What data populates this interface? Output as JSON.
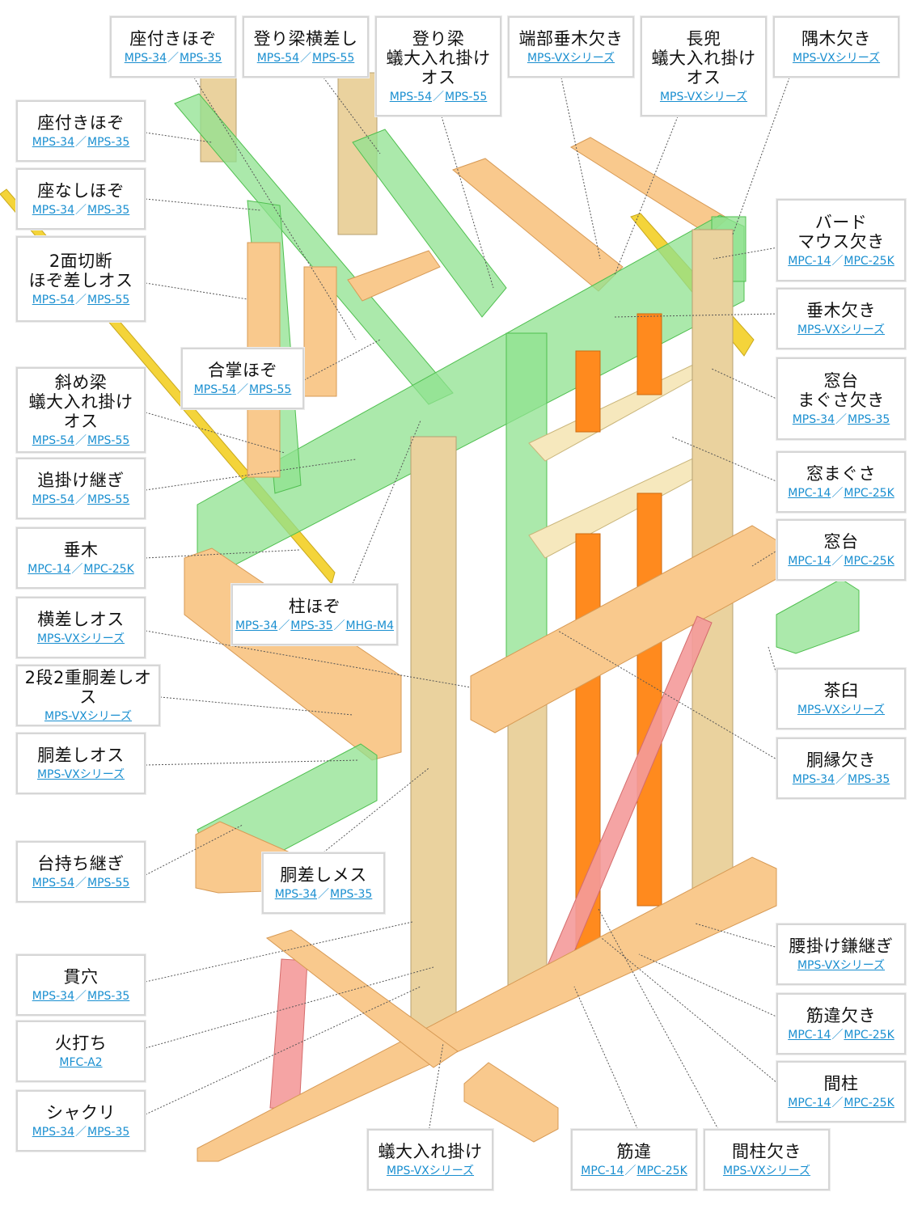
{
  "labels": [
    {
      "id": "za-tsuki-hozo-top",
      "title": "座付きほぞ",
      "links": [
        "MPS-34",
        "MPS-35"
      ]
    },
    {
      "id": "nobori-bari-yokozashi",
      "title": "登り梁横差し",
      "links": [
        "MPS-54",
        "MPS-55"
      ]
    },
    {
      "id": "nobori-bari-ari-osu",
      "title": "登り梁\n蟻大入れ掛け\nオス",
      "links": [
        "MPS-54",
        "MPS-55"
      ]
    },
    {
      "id": "tanbu-taruki-kaki",
      "title": "端部垂木欠き",
      "links": [
        "MPS-VXシリーズ"
      ]
    },
    {
      "id": "nagakabuto-ari-osu",
      "title": "長兜\n蟻大入れ掛け\nオス",
      "links": [
        "MPS-VXシリーズ"
      ]
    },
    {
      "id": "sumigi-kaki",
      "title": "隅木欠き",
      "links": [
        "MPS-VXシリーズ"
      ]
    },
    {
      "id": "za-tsuki-hozo",
      "title": "座付きほぞ",
      "links": [
        "MPS-34",
        "MPS-35"
      ]
    },
    {
      "id": "za-nashi-hozo",
      "title": "座なしほぞ",
      "links": [
        "MPS-34",
        "MPS-35"
      ]
    },
    {
      "id": "nimen-setsudan",
      "title": "2面切断\nほぞ差しオス",
      "links": [
        "MPS-54",
        "MPS-55"
      ]
    },
    {
      "id": "gassho-hozo",
      "title": "合掌ほぞ",
      "links": [
        "MPS-54",
        "MPS-55"
      ]
    },
    {
      "id": "naname-bari",
      "title": "斜め梁\n蟻大入れ掛けオス",
      "links": [
        "MPS-54",
        "MPS-55"
      ]
    },
    {
      "id": "okkake-tsugi",
      "title": "追掛け継ぎ",
      "links": [
        "MPS-54",
        "MPS-55"
      ]
    },
    {
      "id": "taruki",
      "title": "垂木",
      "links": [
        "MPC-14",
        "MPC-25K"
      ]
    },
    {
      "id": "hashira-hozo",
      "title": "柱ほぞ",
      "links": [
        "MPS-34",
        "MPS-35",
        "MHG-M4"
      ]
    },
    {
      "id": "yokozashi-osu",
      "title": "横差しオス",
      "links": [
        "MPS-VXシリーズ"
      ]
    },
    {
      "id": "nidan-dosashi",
      "title": "2段2重胴差しオス",
      "links": [
        "MPS-VXシリーズ"
      ]
    },
    {
      "id": "dosashi-osu",
      "title": "胴差しオス",
      "links": [
        "MPS-VXシリーズ"
      ]
    },
    {
      "id": "daimochi-tsugi",
      "title": "台持ち継ぎ",
      "links": [
        "MPS-54",
        "MPS-55"
      ]
    },
    {
      "id": "dosashi-mesu",
      "title": "胴差しメス",
      "links": [
        "MPS-34",
        "MPS-35"
      ]
    },
    {
      "id": "nuki-ana",
      "title": "貫穴",
      "links": [
        "MPS-34",
        "MPS-35"
      ]
    },
    {
      "id": "hiuchi",
      "title": "火打ち",
      "links": [
        "MFC-A2"
      ]
    },
    {
      "id": "shakuri",
      "title": "シャクリ",
      "links": [
        "MPS-34",
        "MPS-35"
      ]
    },
    {
      "id": "ari-oire-kake",
      "title": "蟻大入れ掛け",
      "links": [
        "MPS-VXシリーズ"
      ]
    },
    {
      "id": "sujikai",
      "title": "筋違",
      "links": [
        "MPC-14",
        "MPC-25K"
      ]
    },
    {
      "id": "mabashira-kaki",
      "title": "間柱欠き",
      "links": [
        "MPS-VXシリーズ"
      ]
    },
    {
      "id": "bird-mouth",
      "title": "バード\nマウス欠き",
      "links": [
        "MPC-14",
        "MPC-25K"
      ]
    },
    {
      "id": "taruki-kaki",
      "title": "垂木欠き",
      "links": [
        "MPS-VXシリーズ"
      ]
    },
    {
      "id": "madodai-magusa-kaki",
      "title": "窓台\nまぐさ欠き",
      "links": [
        "MPS-34",
        "MPS-35"
      ]
    },
    {
      "id": "mado-magusa",
      "title": "窓まぐさ",
      "links": [
        "MPC-14",
        "MPC-25K"
      ]
    },
    {
      "id": "madodai",
      "title": "窓台",
      "links": [
        "MPC-14",
        "MPC-25K"
      ]
    },
    {
      "id": "chausu",
      "title": "茶臼",
      "links": [
        "MPS-VXシリーズ"
      ]
    },
    {
      "id": "dobuchi-kaki",
      "title": "胴縁欠き",
      "links": [
        "MPS-34",
        "MPS-35"
      ]
    },
    {
      "id": "koshikake-kamatsugi",
      "title": "腰掛け鎌継ぎ",
      "links": [
        "MPS-VXシリーズ"
      ]
    },
    {
      "id": "sujikai-kaki",
      "title": "筋違欠き",
      "links": [
        "MPC-14",
        "MPC-25K"
      ]
    },
    {
      "id": "mabashira",
      "title": "間柱",
      "links": [
        "MPC-14",
        "MPC-25K"
      ]
    }
  ],
  "colors": {
    "timber": "#f9c98d",
    "timber_dark": "#e9a866",
    "green": "#8fe28f",
    "green_dark": "#4fbf4f",
    "post": "#ead29e",
    "yellow": "#f4d43a",
    "orange": "#ff8a1e",
    "pink": "#f49a9a",
    "cream": "#f6e8bd",
    "link": "#1a8fd0",
    "label_border": "#d6d6d6"
  }
}
